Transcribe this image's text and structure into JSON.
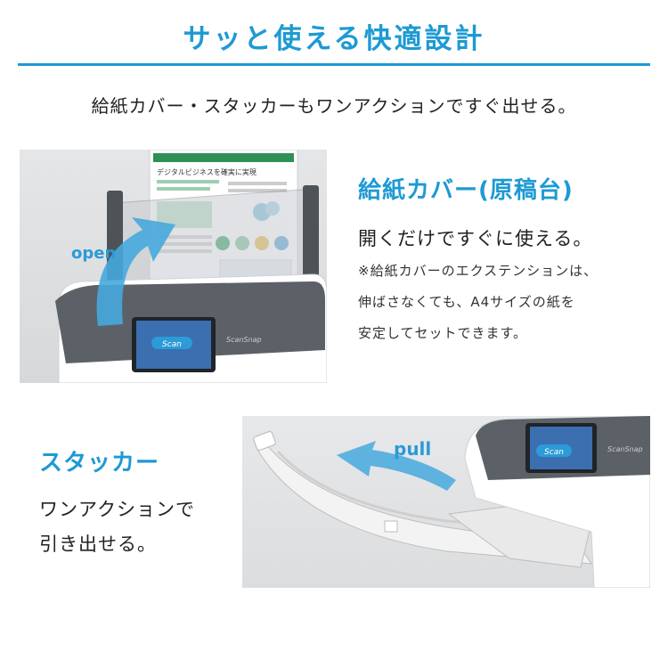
{
  "header": {
    "title": "サッと使える快適設計",
    "subtitle": "給紙カバー・スタッカーもワンアクションですぐ出せる。"
  },
  "feed_cover": {
    "heading": "給紙カバー(原稿台)",
    "body": "開くだけですぐに使える。",
    "note_lines": [
      "※給紙カバーのエクステンションは、",
      "伸ばさなくても、A4サイズの紙を",
      "安定してセットできます。"
    ],
    "arrow_label": "open",
    "document_heading": "デジタルビジネスを確実に実現",
    "scanner_brand": "ScanSnap",
    "screen_button": "Scan"
  },
  "stacker": {
    "heading": "スタッカー",
    "body_lines": [
      "ワンアクションで",
      "引き出せる。"
    ],
    "arrow_label": "pull",
    "scanner_brand": "ScanSnap",
    "screen_button": "Scan"
  },
  "colors": {
    "accent": "#1d9ad3",
    "text": "#222222"
  }
}
